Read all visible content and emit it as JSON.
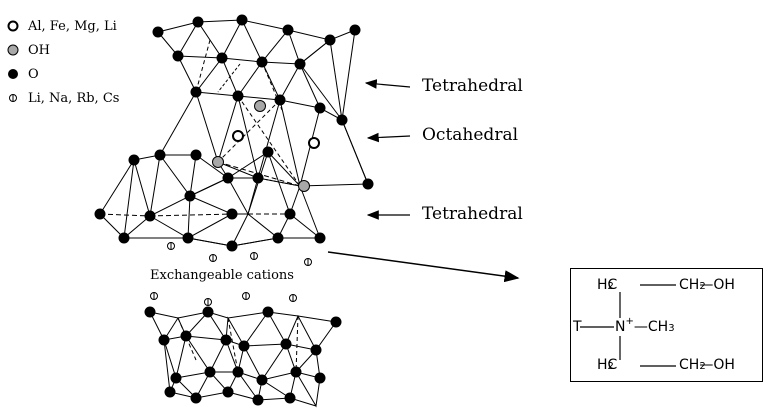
{
  "legend": {
    "items": [
      {
        "symbol": "open-circle-icon",
        "label": "Al, Fe, Mg, Li"
      },
      {
        "symbol": "gray-circle-icon",
        "label": "OH"
      },
      {
        "symbol": "black-circle-icon",
        "label": "O"
      },
      {
        "symbol": "crossed-circle-icon",
        "label": "Li, Na, Rb, Cs"
      }
    ]
  },
  "layers": {
    "top_tetrahedral": "Tetrahedral",
    "octahedral": "Octahedral",
    "bottom_tetrahedral": "Tetrahedral"
  },
  "exchangeable": "Exchangeable cations",
  "formula": {
    "r1_a": "H",
    "r1_b": "2",
    "r1_c": "C",
    "r1_d": "CH",
    "r1_e": "2",
    "r1_f": "—OH",
    "r2_t": "T",
    "r2_n": "N",
    "r2_plus": "+",
    "r2_d": "—CH",
    "r2_e": "3",
    "r3_a": "H",
    "r3_b": "2",
    "r3_c": "C",
    "r3_d": "CH",
    "r3_e": "2",
    "r3_f": "—OH"
  },
  "colors": {
    "atom": "#000000",
    "oh": "#a8a8a8",
    "line": "#000000"
  }
}
